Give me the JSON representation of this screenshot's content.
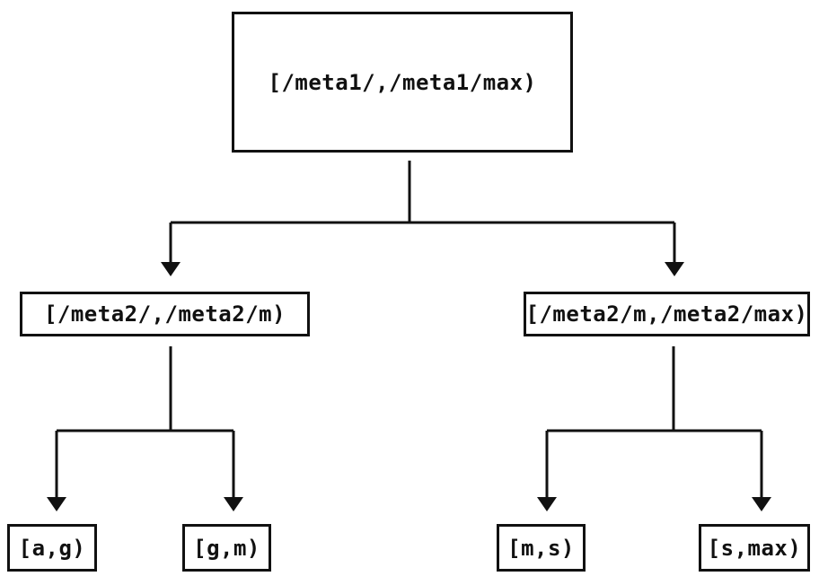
{
  "diagram": {
    "type": "tree",
    "nodes": {
      "root": {
        "label": "[/meta1/,/meta1/max)"
      },
      "left": {
        "label": "[/meta2/,/meta2/m)"
      },
      "right": {
        "label": "[/meta2/m,/meta2/max)"
      },
      "leaf_ag": {
        "label": "[a,g)"
      },
      "leaf_gm": {
        "label": "[g,m)"
      },
      "leaf_ms": {
        "label": "[m,s)"
      },
      "leaf_smax": {
        "label": "[s,max)"
      }
    },
    "edges": [
      {
        "from": "root",
        "to": "left"
      },
      {
        "from": "root",
        "to": "right"
      },
      {
        "from": "left",
        "to": "leaf_ag"
      },
      {
        "from": "left",
        "to": "leaf_gm"
      },
      {
        "from": "right",
        "to": "leaf_ms"
      },
      {
        "from": "right",
        "to": "leaf_smax"
      }
    ],
    "colors": {
      "line": "#111111",
      "text": "#111111",
      "background": "#ffffff"
    }
  }
}
